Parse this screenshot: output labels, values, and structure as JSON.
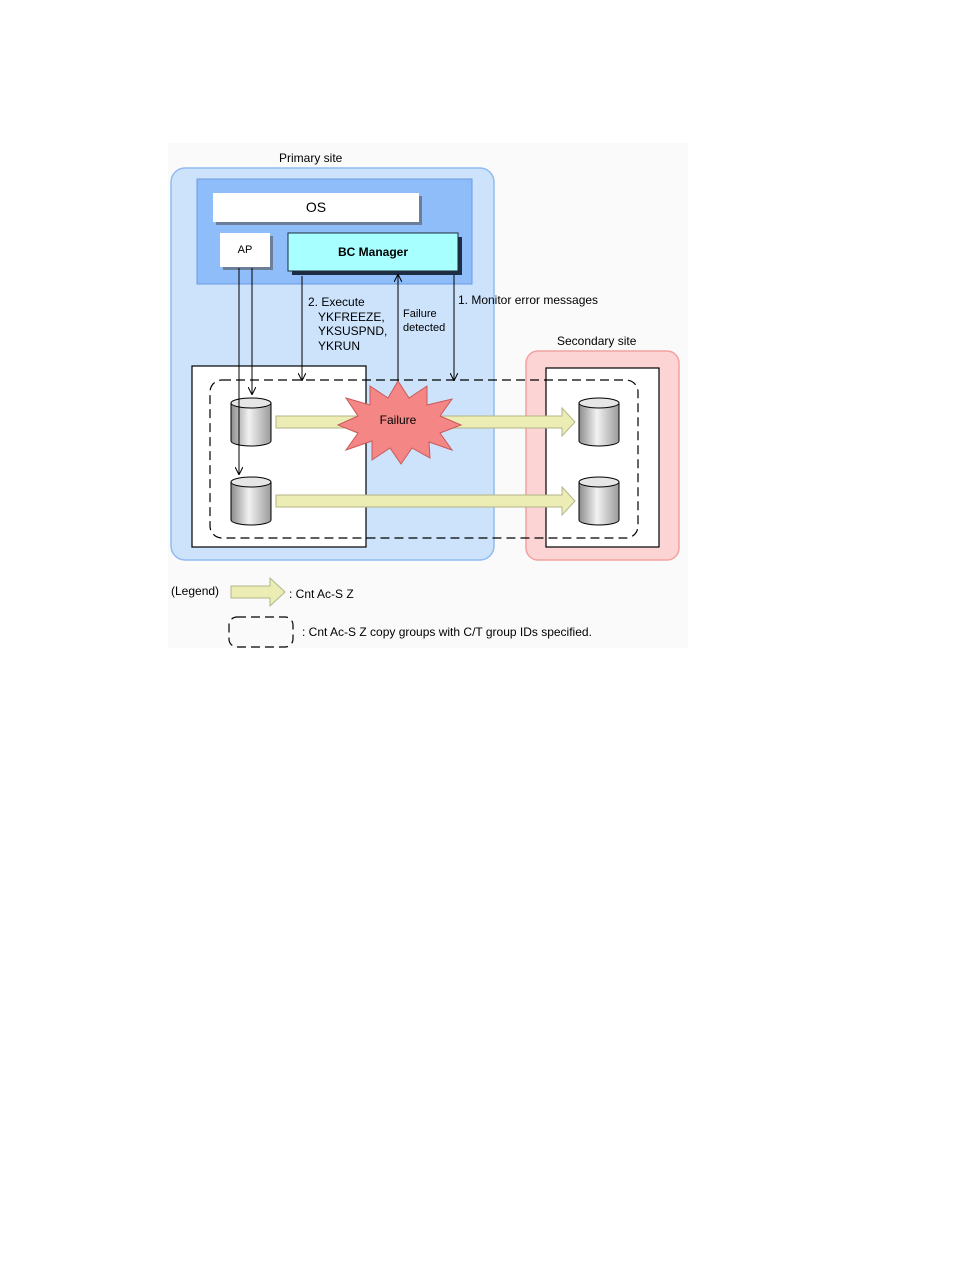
{
  "primary_site": {
    "label": "Primary site",
    "os_label": "OS",
    "ap_label": "AP",
    "bc_manager_label": "BC Manager"
  },
  "secondary_site": {
    "label": "Secondary site"
  },
  "flows": {
    "monitor_label": "1. Monitor error messages",
    "execute_line1": "2. Execute",
    "execute_line2": "YKFREEZE,",
    "execute_line3": "YKSUSPND,",
    "execute_line4": "YKRUN",
    "failure_detected_line1": "Failure",
    "failure_detected_line2": "detected"
  },
  "failure_label": "Failure",
  "legend": {
    "title": "(Legend)",
    "arrow_desc": ": Cnt Ac-S Z",
    "group_desc": ": Cnt Ac-S Z copy groups with C/T group IDs specified."
  },
  "colors": {
    "primary_site_fill": "#cce3fb",
    "primary_site_stroke": "#8fbcef",
    "host_fill": "#8fbdf9",
    "bc_manager_fill": "#a8ffff",
    "secondary_site_fill": "#fcd4d4",
    "secondary_site_stroke": "#f2a2a2",
    "copy_arrow_fill": "#ecedb4",
    "failure_fill": "#f48686"
  }
}
